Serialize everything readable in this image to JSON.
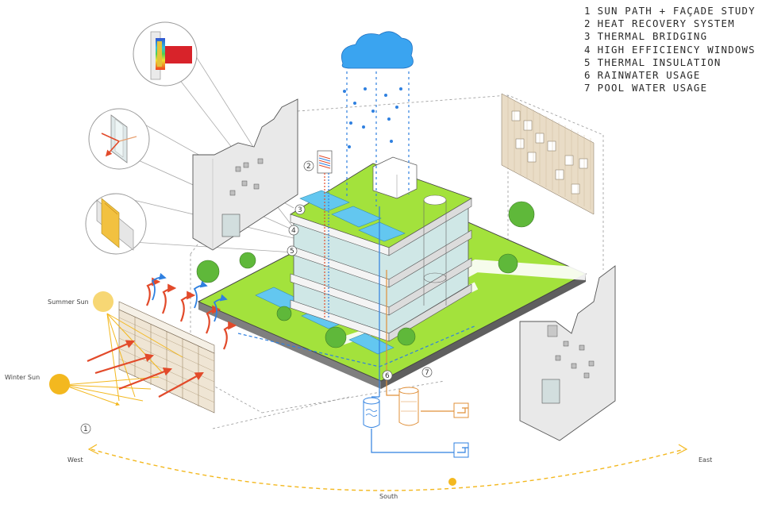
{
  "legend": {
    "items": [
      {
        "num": "1",
        "text": "SUN PATH + FAÇADE STUDY"
      },
      {
        "num": "2",
        "text": "HEAT RECOVERY SYSTEM"
      },
      {
        "num": "3",
        "text": "THERMAL BRIDGING"
      },
      {
        "num": "4",
        "text": "HIGH EFFICIENCY WINDOWS"
      },
      {
        "num": "5",
        "text": "THERMAL INSULATION"
      },
      {
        "num": "6",
        "text": "RAINWATER USAGE"
      },
      {
        "num": "7",
        "text": "POOL WATER USAGE"
      }
    ]
  },
  "sun": {
    "summer_label": "Summer Sun",
    "winter_label": "Winter Sun",
    "summer_color": "#f7d774",
    "winter_color": "#f3b81f"
  },
  "compass": {
    "west": "West",
    "east": "East",
    "south": "South",
    "arc_color": "#f3b81f"
  },
  "markers": [
    "1",
    "2",
    "3",
    "4",
    "5",
    "6",
    "7"
  ],
  "colors": {
    "grass": "#a3e23c",
    "grass_dark": "#7dbb25",
    "slab": "#f7f7f7",
    "glass": "#cfe7e6",
    "pool": "#63c7f0",
    "rain": "#2f80e0",
    "cloud": "#3aa4f0",
    "heat": "#e24a2a",
    "pool_water": "#e0903a",
    "tree": "#5fb83a",
    "panel": "#e6e6e6",
    "wood": "#d9c8ad"
  }
}
